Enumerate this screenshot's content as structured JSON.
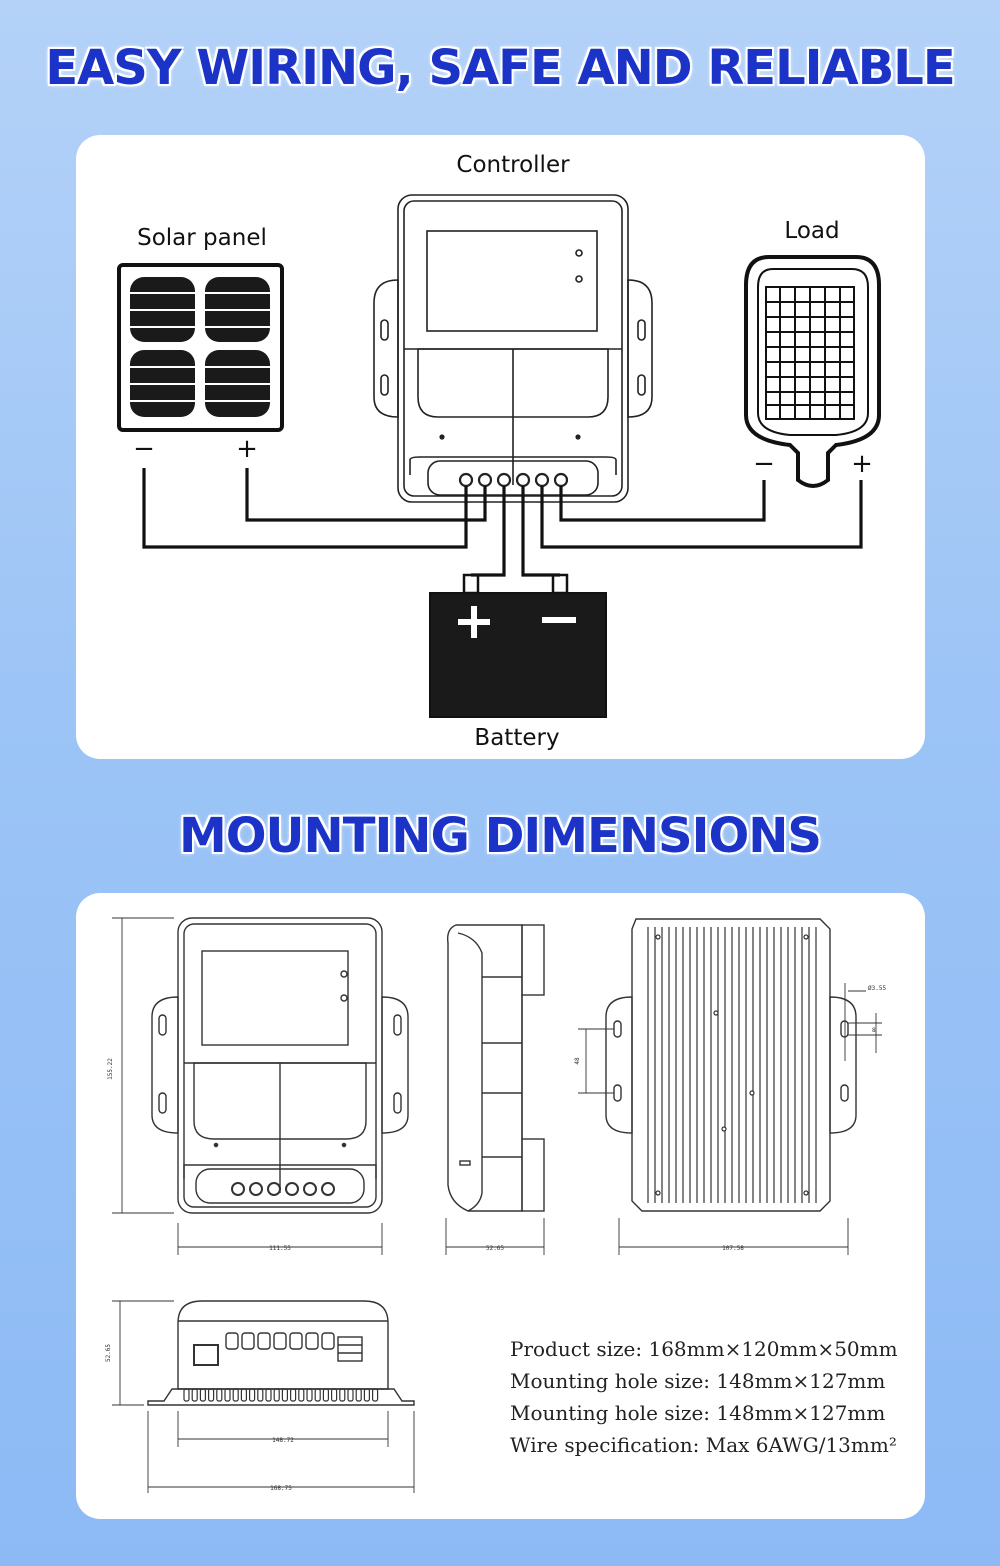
{
  "sections": {
    "wiring_title": "EASY WIRING, SAFE AND RELIABLE",
    "mounting_title": "MOUNTING DIMENSIONS"
  },
  "wiring": {
    "controller_label": "Controller",
    "solar_label": "Solar panel",
    "load_label": "Load",
    "battery_label": "Battery",
    "minus": "−",
    "plus": "+"
  },
  "drawings": {
    "front_height": "155.22",
    "front_width": "111.55",
    "side_width": "52.65",
    "back_width": "107.58",
    "hole_spacing": "48",
    "hole_diameter": "Ø3.55",
    "hole_size": "8",
    "bottom_height": "52.65",
    "bottom_inner": "148.72",
    "bottom_outer": "168.75"
  },
  "specs": {
    "product_size": "Product size: 168mm×120mm×50mm",
    "hole_size_1": "Mounting hole size: 148mm×127mm",
    "hole_size_2": "Mounting hole size: 148mm×127mm",
    "wire_spec": "Wire specification: Max 6AWG/13mm²"
  },
  "colors": {
    "title": "#1b33c6",
    "background": "#9cc4f6",
    "line": "#111111"
  }
}
